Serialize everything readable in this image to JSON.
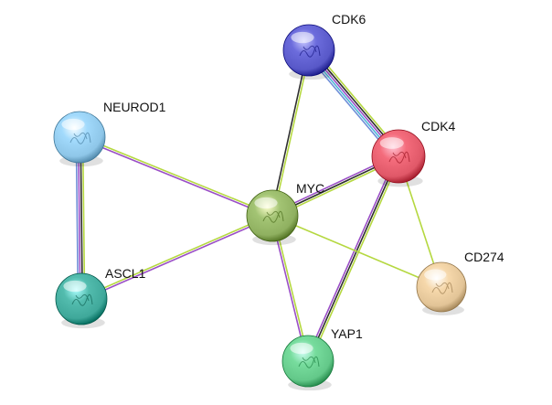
{
  "network": {
    "nodes": [
      {
        "id": "CDK6",
        "label": "CDK6",
        "color": "#5858c8"
      },
      {
        "id": "NEURODl",
        "label": "NEUROD1",
        "color": "#8ec6e8"
      },
      {
        "id": "CDK4",
        "label": "CDK4",
        "color": "#e05868"
      },
      {
        "id": "MYC",
        "label": "MYC",
        "color": "#8fb060"
      },
      {
        "id": "ASCL1",
        "label": "ASCL1",
        "color": "#3fa89a"
      },
      {
        "id": "CD274",
        "label": "CD274",
        "color": "#e2c497"
      },
      {
        "id": "YAP1",
        "label": "YAP1",
        "color": "#63c889"
      }
    ],
    "edges": [
      {
        "source": "CDK6",
        "target": "CDK4",
        "colors": [
          "#b5d840",
          "#2f2f2f",
          "#9a4fc6",
          "#52b8d8",
          "#6f8fd8"
        ]
      },
      {
        "source": "CDK6",
        "target": "MYC",
        "colors": [
          "#b5d840",
          "#2f2f2f"
        ]
      },
      {
        "source": "CDK4",
        "target": "MYC",
        "colors": [
          "#b5d840",
          "#2f2f2f",
          "#9a4fc6"
        ]
      },
      {
        "source": "CDK4",
        "target": "YAP1",
        "colors": [
          "#b5d840",
          "#2f2f2f",
          "#9a4fc6"
        ]
      },
      {
        "source": "CDK4",
        "target": "CD274",
        "colors": [
          "#b5d840"
        ]
      },
      {
        "source": "NEURODl",
        "target": "MYC",
        "colors": [
          "#b5d840",
          "#9a4fc6"
        ]
      },
      {
        "source": "NEURODl",
        "target": "ASCL1",
        "colors": [
          "#b5d840",
          "#2f2f2f",
          "#9a4fc6",
          "#6f8fd8"
        ]
      },
      {
        "source": "ASCL1",
        "target": "MYC",
        "colors": [
          "#b5d840",
          "#9a4fc6"
        ]
      },
      {
        "source": "MYC",
        "target": "YAP1",
        "colors": [
          "#b5d840",
          "#9a4fc6"
        ]
      },
      {
        "source": "MYC",
        "target": "CD274",
        "colors": [
          "#b5d840"
        ]
      }
    ]
  }
}
